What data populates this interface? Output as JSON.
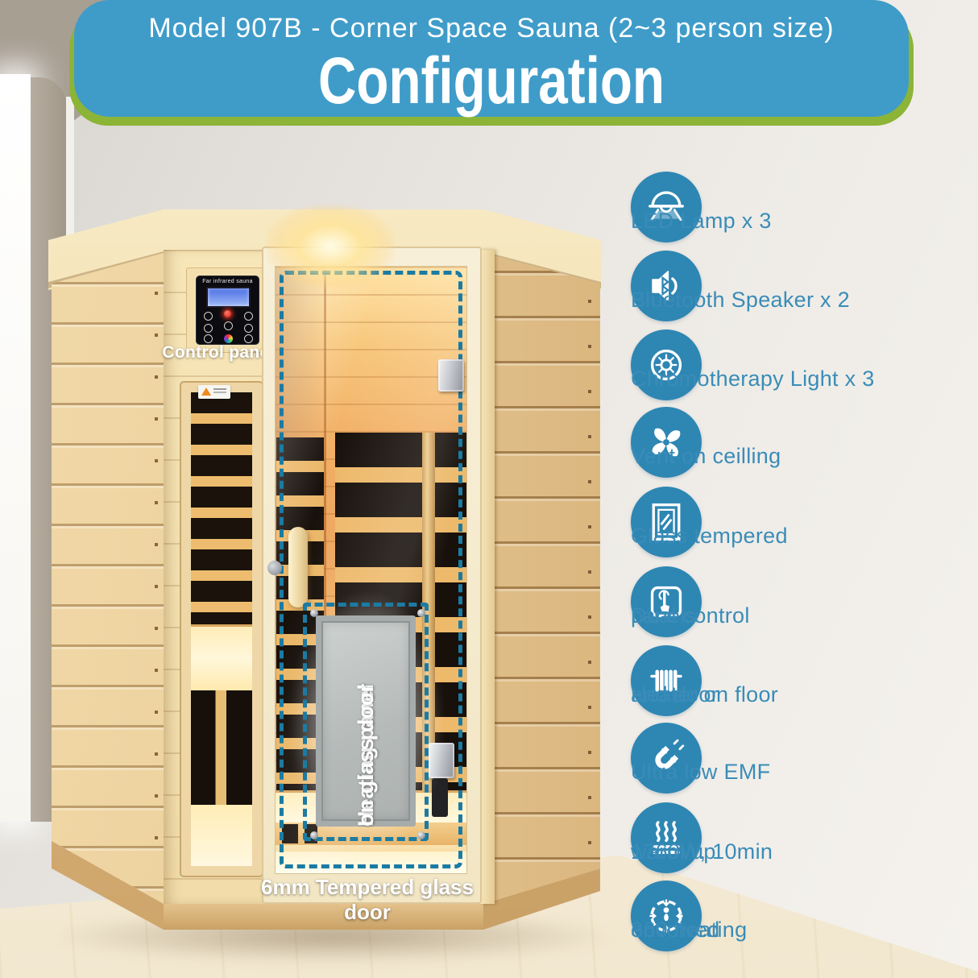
{
  "header": {
    "model_line": "Model 907B - Corner Space Sauna (2~3 person size)",
    "title": "Configuration"
  },
  "sauna": {
    "control_panel_label": "Control panels",
    "panel_screen_brand": "Far infrared sauna",
    "door_panel_label_line1": "Heating panel",
    "door_panel_label_line2": "on glass door",
    "door_bottom_label": "6mm Tempered glass door"
  },
  "features": [
    {
      "icon": "led-lamp-icon",
      "lines": [
        "LED Lamp x 3"
      ]
    },
    {
      "icon": "bluetooth-speaker-icon",
      "lines": [
        "Bluetooth Speaker x 2"
      ]
    },
    {
      "icon": "chromotherapy-light-icon",
      "lines": [
        "Chromotherapy Light x 3"
      ]
    },
    {
      "icon": "ceiling-vent-icon",
      "lines": [
        "Vent on ceilling"
      ]
    },
    {
      "icon": "tempered-glass-icon",
      "lines": [
        "Glass tempered"
      ]
    },
    {
      "icon": "dual-control-icon",
      "lines": [
        "Dual control",
        "panels"
      ]
    },
    {
      "icon": "floor-door-heater-icon",
      "lines": [
        "Heater on floor",
        "and door"
      ]
    },
    {
      "icon": "low-emf-icon",
      "lines": [
        "Ultra low EMF"
      ]
    },
    {
      "icon": "warm-up-icon",
      "lines": [
        "1760W, 10min",
        "warm up"
      ]
    },
    {
      "icon": "heating-360-icon",
      "lines": [
        "360 heating",
        "envolved"
      ]
    }
  ],
  "colors": {
    "banner-blue": "#3f9cc9",
    "banner-green": "#8cb436",
    "icon-blue": "#2e86b3",
    "feature-blue": "#3a8cb8",
    "dash-teal": "#1b7ba3"
  }
}
